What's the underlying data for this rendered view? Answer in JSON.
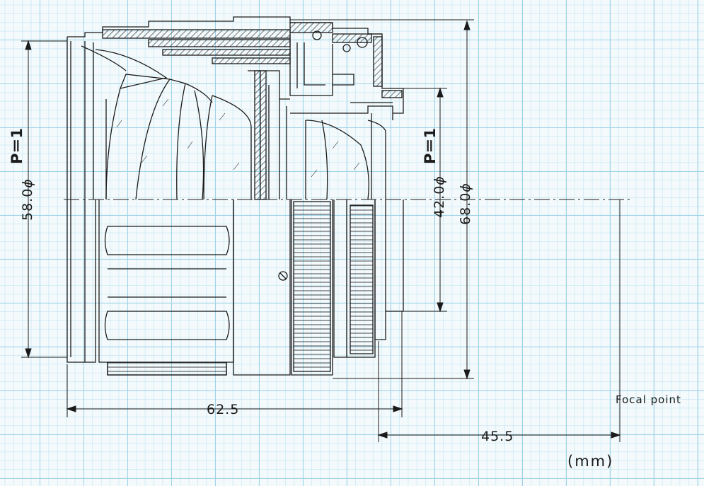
{
  "labels": {
    "front_diameter": "58.0",
    "front_phi": "ϕ",
    "front_p": "P＝1",
    "rear_diameter": "42.0",
    "rear_phi": "ϕ",
    "rear_p": "P＝1",
    "outer_diameter": "68.0",
    "outer_phi": "ϕ",
    "length_dim": "62.5",
    "flange_dim": "45.5",
    "focal_point": "Focal point",
    "unit": "(mm)"
  },
  "colors": {
    "ink": "#1a1a1a",
    "grid_major": "#9fd3e6",
    "grid_minor": "#d3ecf5",
    "paper": "#f4fafc"
  }
}
